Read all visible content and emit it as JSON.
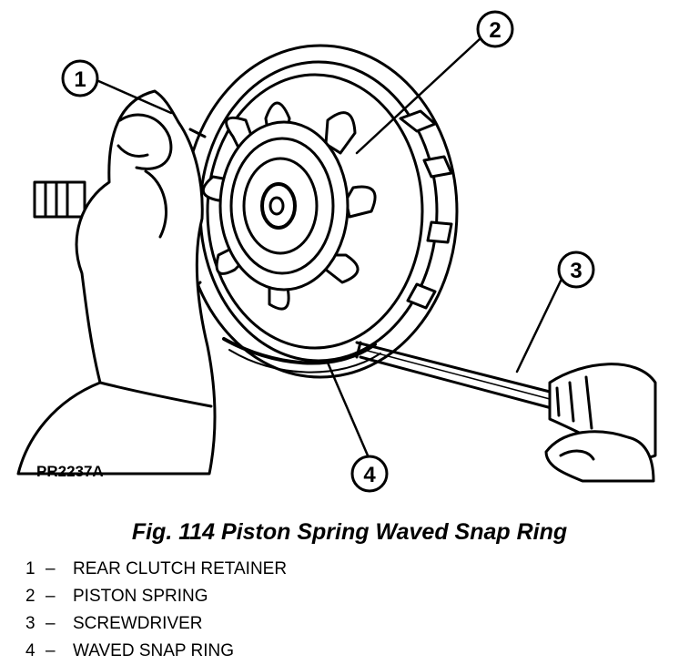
{
  "figure": {
    "code": "PR2237A",
    "caption": "Fig. 114 Piston Spring Waved Snap Ring"
  },
  "callouts": [
    {
      "number": "1",
      "label": "REAR CLUTCH RETAINER"
    },
    {
      "number": "2",
      "label": "PISTON SPRING"
    },
    {
      "number": "3",
      "label": "SCREWDRIVER"
    },
    {
      "number": "4",
      "label": "WAVED SNAP RING"
    }
  ],
  "legend_separator": "–"
}
